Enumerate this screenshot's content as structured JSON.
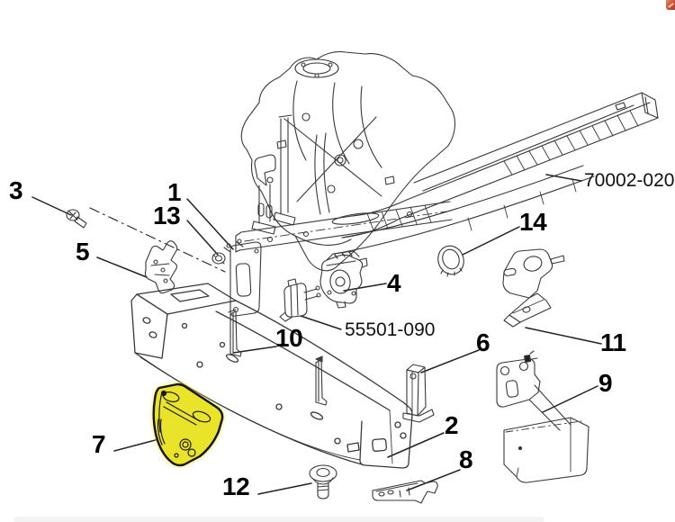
{
  "diagram": {
    "title_hint": "exploded-parts-diagram",
    "highlight_color": "#E9E42A",
    "line_color": "#333333",
    "broken_image_icon_color": "#C7553F",
    "callouts": [
      {
        "label": "3"
      },
      {
        "label": "1"
      },
      {
        "label": "13"
      },
      {
        "label": "5"
      },
      {
        "label": "14"
      },
      {
        "label": "4"
      },
      {
        "label": "10"
      },
      {
        "label": "6"
      },
      {
        "label": "11"
      },
      {
        "label": "9"
      },
      {
        "label": "2"
      },
      {
        "label": "7"
      },
      {
        "label": "12"
      },
      {
        "label": "8"
      }
    ],
    "part_numbers": [
      {
        "label": "70002-020"
      },
      {
        "label": "55501-090"
      }
    ],
    "highlighted_callout": "7"
  }
}
